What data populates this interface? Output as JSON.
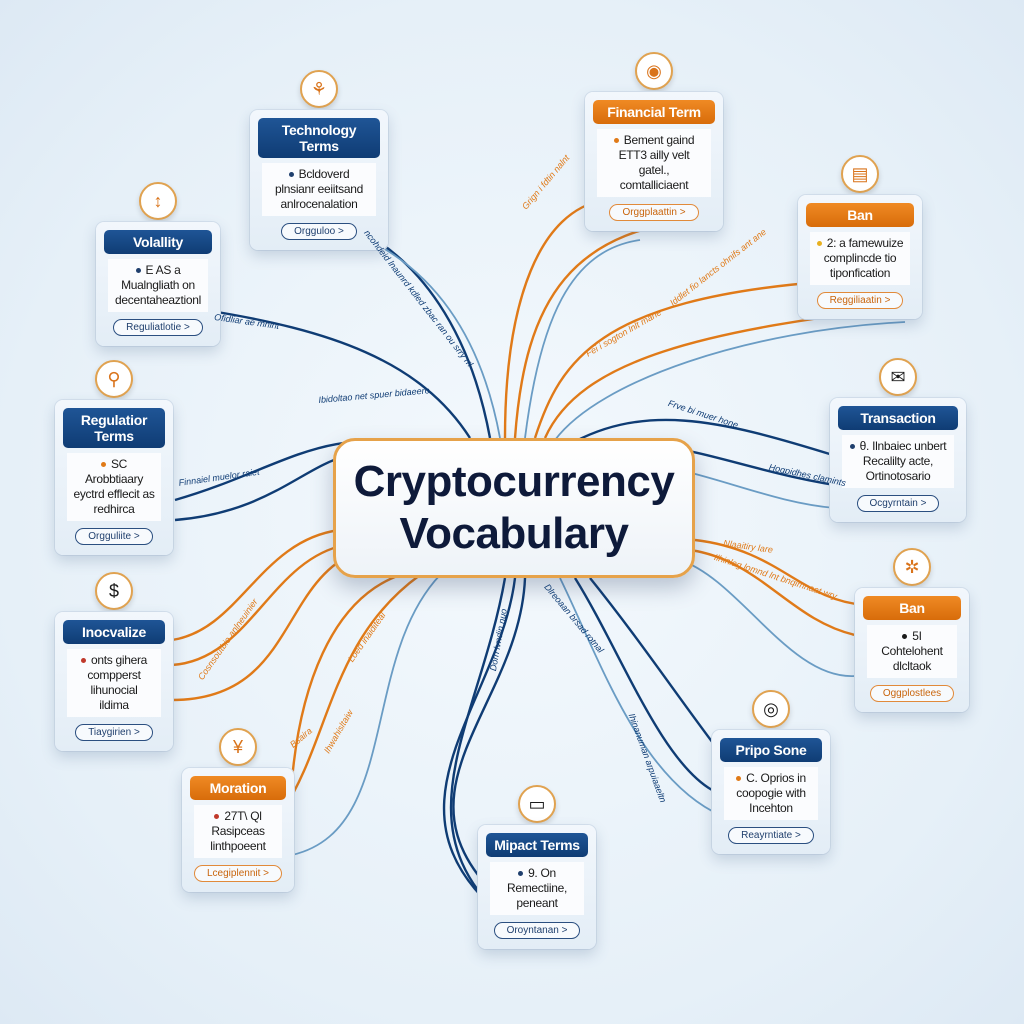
{
  "center": {
    "line1": "Cryptocurrency",
    "line2": "Vocabulary"
  },
  "colors": {
    "navy": "#0f3c74",
    "orange": "#e07a18",
    "light_blue": "#6a9cc4",
    "border_gold": "#e6a24a"
  },
  "cards": [
    {
      "id": "technology-terms",
      "title": "Technology Terms",
      "theme": "navy",
      "icon": "hands-icon",
      "glyph": "⚘",
      "bullet_color": "#1f3f6d",
      "text": [
        "Bcldoverd",
        "plnsianr eeiitsand",
        "anlrocenalation"
      ],
      "button": "Orgguloo >"
    },
    {
      "id": "volatility",
      "title": "Volallity",
      "theme": "navy",
      "icon": "up-down-arrow-icon",
      "glyph": "↕",
      "bullet_color": "#1f3f6d",
      "text": [
        "E AS a Mualngliath on",
        "decentaheaztionl"
      ],
      "button": "Reguliatlotie >"
    },
    {
      "id": "regulation-terms",
      "title": "Regulatior Terms",
      "theme": "navy",
      "icon": "location-pin-icon",
      "glyph": "⚲",
      "bullet_color": "#e07a18",
      "text": [
        "SC Arobbtiaary",
        "eyctrd efflecit as",
        "redhirca"
      ],
      "button": "Orgguliite >"
    },
    {
      "id": "financial-term",
      "title": "Financial Term",
      "theme": "orange",
      "icon": "target-icon",
      "glyph": "◉",
      "bullet_color": "#e07a18",
      "text": [
        "Bement gaind",
        "ETT3 ailly velt gatel.,",
        "comtalliciaent"
      ],
      "button": "Orggplaattin >"
    },
    {
      "id": "ban-top",
      "title": "Ban",
      "theme": "orange",
      "icon": "document-icon",
      "glyph": "▤",
      "bullet_color": "#e8b020",
      "text": [
        "2: a famewuize",
        "complincde tio",
        "tiponfication"
      ],
      "button": "Reggiliaatin >"
    },
    {
      "id": "transaction",
      "title": "Transaction",
      "theme": "navy",
      "icon": "envelope-icon",
      "glyph": "✉",
      "bullet_color": "#1f3f6d",
      "text": [
        "θ. Ilnbaiec unbert",
        "Recalilty acte,",
        "Ortinotosario"
      ],
      "button": "Ocgyrntain >"
    },
    {
      "id": "ban-right",
      "title": "Ban",
      "theme": "orange",
      "icon": "tools-icon",
      "glyph": "✲",
      "bullet_color": "#1a1a1a",
      "text": [
        "5I Cohtelohent",
        "dlcltaok"
      ],
      "button": "Oggplostlees"
    },
    {
      "id": "inocvalize",
      "title": "Inocvalize",
      "theme": "navy",
      "icon": "dollar-tag-icon",
      "glyph": "$",
      "bullet_color": "#c0392b",
      "text": [
        "onts gihera",
        "compperst lihunocial",
        "ildima"
      ],
      "button": "Tiaygirien >"
    },
    {
      "id": "moration",
      "title": "Moration",
      "theme": "orange",
      "icon": "lamp-icon",
      "glyph": "¥",
      "bullet_color": "#c0392b",
      "text": [
        "27T\\ Ql Rasipceas",
        "linthpoeent"
      ],
      "button": "Lcegiplennit >"
    },
    {
      "id": "mipact-terms",
      "title": "Mipact Terms",
      "theme": "navy",
      "icon": "badge-icon",
      "glyph": "▭",
      "bullet_color": "#1f3f6d",
      "text": [
        "9. On Remectiine,",
        "peneant"
      ],
      "button": "Oroyntanan >"
    },
    {
      "id": "pripo-sone",
      "title": "Pripo Sone",
      "theme": "navy",
      "icon": "coin-icon",
      "glyph": "◎",
      "bullet_color": "#e07a18",
      "text": [
        "C. Oprios in",
        "coopogie with",
        "Incehton"
      ],
      "button": "Reayrntiate >"
    }
  ],
  "connector_labels": [
    "Ofidliar ae mnlnt",
    "Ibidoltao net spuer bidaeero",
    "Finnaiel muelor raiet",
    "ncohdeid lnaunrd kdled zbac ran ou srry rrl",
    "Grign i fdtin nalnt",
    "Iddlet fio lancts ohnifs ant ane",
    "Fei i sogton lnlt mane",
    "Frve bi muer hone",
    "Hogpidhes clamints",
    "Nlaaitiry lare",
    "Cosnsoutbio anlneuinier",
    "Loed inaiditeal",
    "Bsaira",
    "Ihwahisltaiw",
    "Dlreoaan brsad rotnal",
    "Ihinanuman arpuiaaeltn",
    "Ilhinlag lomnd lnt bnqimnaat wry",
    "Dorn lvndin nuo"
  ]
}
